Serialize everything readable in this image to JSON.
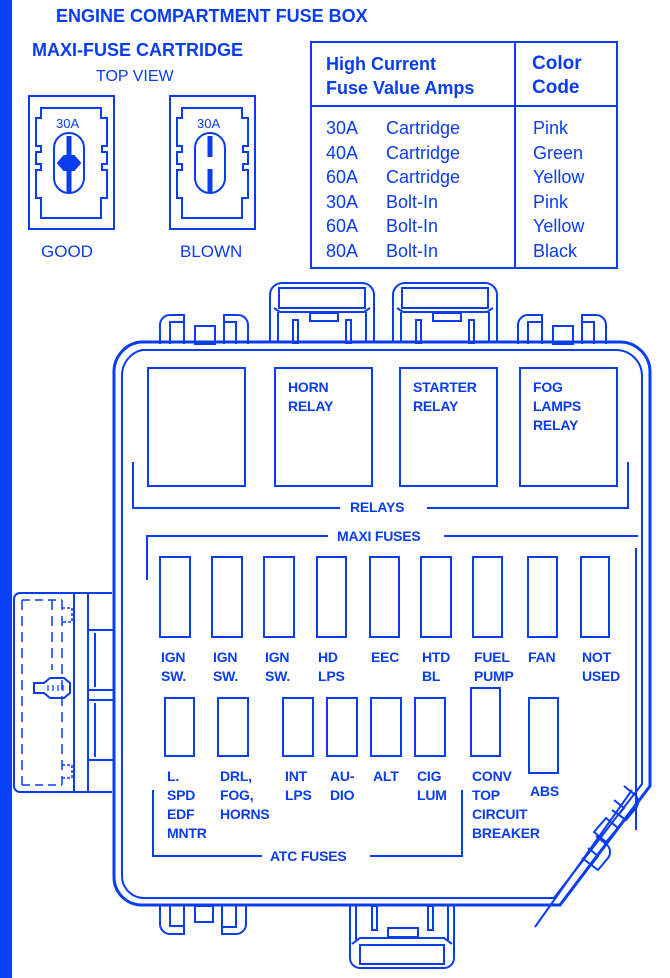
{
  "title": "ENGINE COMPARTMENT FUSE BOX",
  "colors": {
    "ink": "#0a3cf0",
    "sidebar": "#0a40f5",
    "background": "#ffffff"
  },
  "cartridge": {
    "heading": "MAXI-FUSE CARTRIDGE",
    "subheading": "TOP VIEW",
    "good": {
      "rating": "30A",
      "label": "GOOD"
    },
    "blown": {
      "rating": "30A",
      "label": "BLOWN"
    }
  },
  "fuse_table": {
    "header_left_line1": "High Current",
    "header_left_line2": "Fuse Value Amps",
    "header_right_line1": "Color",
    "header_right_line2": "Code",
    "rows": [
      {
        "amps": "30A",
        "type": "Cartridge",
        "color": "Pink"
      },
      {
        "amps": "40A",
        "type": "Cartridge",
        "color": "Green"
      },
      {
        "amps": "60A",
        "type": "Cartridge",
        "color": "Yellow"
      },
      {
        "amps": "30A",
        "type": "Bolt-In",
        "color": "Pink"
      },
      {
        "amps": "60A",
        "type": "Bolt-In",
        "color": "Yellow"
      },
      {
        "amps": "80A",
        "type": "Bolt-In",
        "color": "Black"
      }
    ]
  },
  "relays": {
    "group_label": "RELAYS",
    "items": [
      "",
      "HORN\nRELAY",
      "STARTER\nRELAY",
      "FOG\nLAMPS\nRELAY"
    ]
  },
  "maxi_fuses": {
    "group_label": "MAXI FUSES",
    "items": [
      "IGN\nSW.",
      "IGN\nSW.",
      "IGN\nSW.",
      "HD\nLPS",
      "EEC",
      "HTD\nBL",
      "FUEL\nPUMP",
      "FAN",
      "NOT\nUSED"
    ]
  },
  "atc_fuses": {
    "group_label": "ATC FUSES",
    "items": [
      "L.\nSPD\nEDF\nMNTR",
      "DRL,\nFOG,\nHORNS",
      "INT\nLPS",
      "AU-\nDIO",
      "ALT",
      "CIG\nLUM"
    ]
  },
  "other": {
    "conv_top": "CONV\nTOP\nCIRCUIT\nBREAKER",
    "abs": "ABS"
  }
}
